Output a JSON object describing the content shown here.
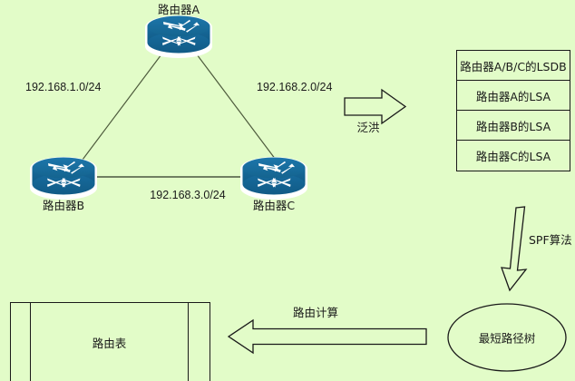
{
  "diagram": {
    "title_domain": "OSPF LSDB / SPF diagram",
    "background_color": "#e2fcc8",
    "router_color": "#15699b",
    "line_color": "#4d5a3c",
    "stroke_color": "#1a1a1a"
  },
  "routers": [
    {
      "id": "a",
      "label": "路由器A"
    },
    {
      "id": "b",
      "label": "路由器B"
    },
    {
      "id": "c",
      "label": "路由器C"
    }
  ],
  "links": [
    {
      "id": "ab",
      "label": "192.168.1.0/24"
    },
    {
      "id": "ac",
      "label": "192.168.2.0/24"
    },
    {
      "id": "bc",
      "label": "192.168.3.0/24"
    }
  ],
  "flood_arrow": {
    "label": "泛洪",
    "direction": "right"
  },
  "lsdb_table": {
    "rows": [
      {
        "text": "路由器A/B/C的LSDB"
      },
      {
        "text": "路由器A的LSA"
      },
      {
        "text": "路由器B的LSA"
      },
      {
        "text": "路由器C的LSA"
      }
    ]
  },
  "spf_arrow": {
    "label": "SPF算法",
    "direction": "down"
  },
  "shortest_path_tree": {
    "label": "最短路径树"
  },
  "route_calc_arrow": {
    "label": "路由计算",
    "direction": "left"
  },
  "routing_table": {
    "label": "路由表"
  }
}
